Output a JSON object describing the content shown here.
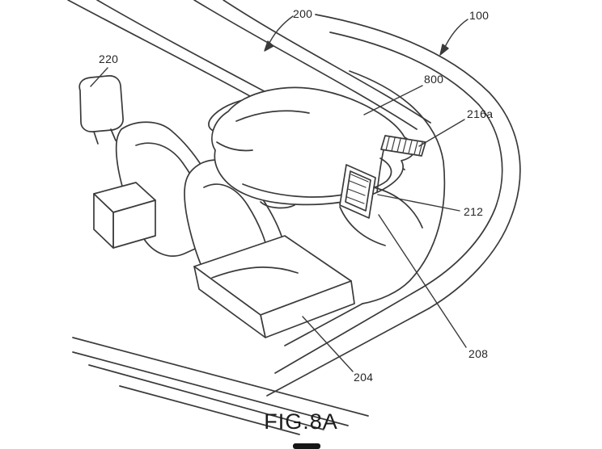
{
  "figure": {
    "caption": "FIG.8A",
    "labels": {
      "l200": "200",
      "l100": "100",
      "l220": "220",
      "l800": "800",
      "l216a": "216a",
      "l212": "212",
      "l208": "208",
      "l204": "204"
    },
    "colors": {
      "ink": "#3a3a3a",
      "text": "#262626",
      "background": "#ffffff"
    }
  }
}
